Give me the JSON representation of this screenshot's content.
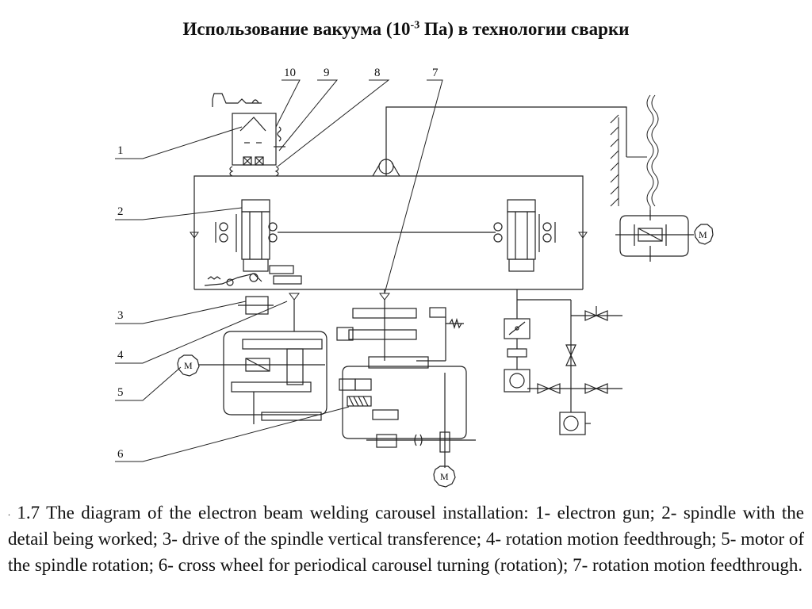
{
  "title": {
    "prefix": "Использование вакуума (10",
    "exponent": "-3",
    "suffix": " Па) в технологии сварки"
  },
  "callouts": [
    "1",
    "2",
    "3",
    "4",
    "5",
    "6",
    "7",
    "8",
    "9",
    "10"
  ],
  "motor_label": "M",
  "caption": {
    "lead_mark": ".",
    "text": "1.7 The diagram of the electron beam welding carousel installation: 1- electron gun; 2- spindle with the detail being worked; 3- drive of the spindle vertical transference; 4- rotation motion feedthrough; 5- motor of the spindle rotation; 6- cross wheel for periodical carousel turning (rotation); 7- rotation motion feedthrough."
  }
}
